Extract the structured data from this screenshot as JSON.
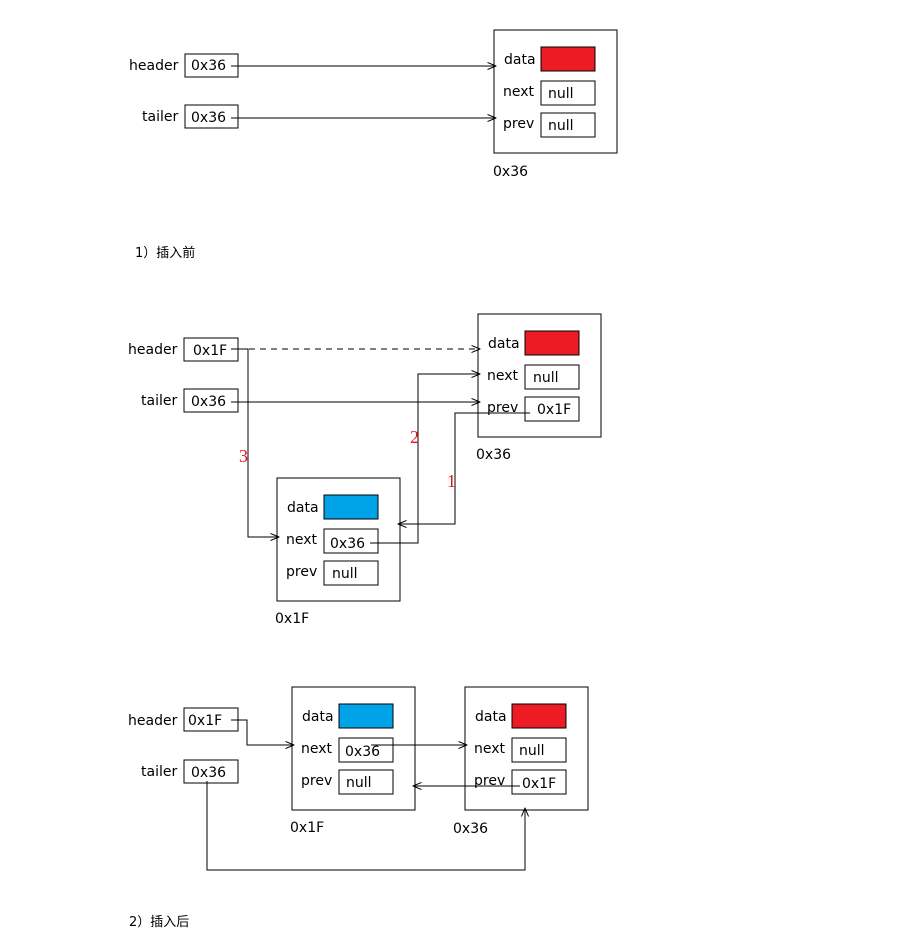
{
  "colors": {
    "red_data": "#ed1c24",
    "blue_data": "#00a2e8",
    "step_label": "#e8141b"
  },
  "labels": {
    "header": "header",
    "tailer": "tailer",
    "data": "data",
    "next": "next",
    "prev": "prev",
    "null": "null",
    "addr_36": "0x36",
    "addr_1F": "0x1F"
  },
  "captions": {
    "before": "1）插入前",
    "after": "2）插入后"
  },
  "steps": [
    "1",
    "2",
    "3"
  ]
}
